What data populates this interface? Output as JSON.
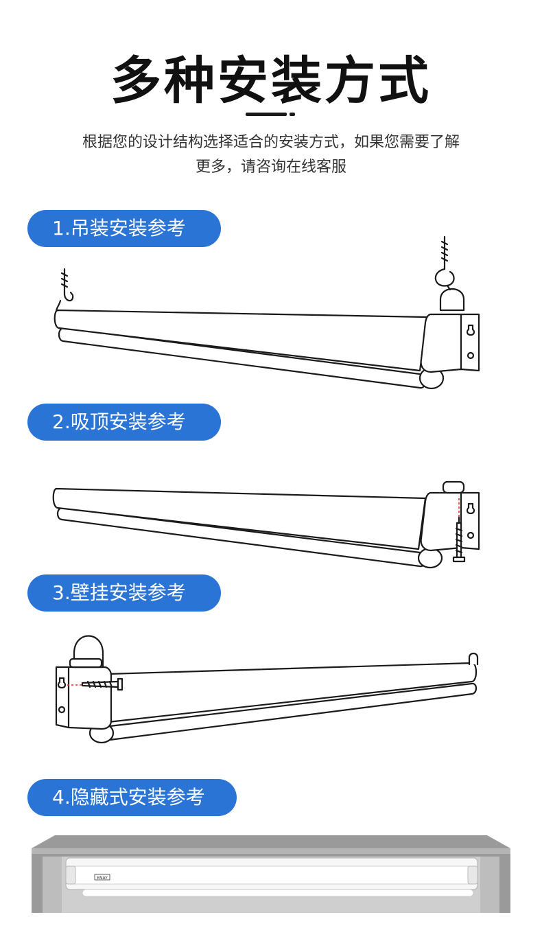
{
  "title": "多种安装方式",
  "description": {
    "line1": "根据您的设计结构选择适合的安装方式，如果您需要了解",
    "line2": "更多，请咨询在线客服"
  },
  "sections": [
    {
      "label": "1.吊装安装参考"
    },
    {
      "label": "2.吸顶安装参考"
    },
    {
      "label": "3.壁挂安装参考"
    },
    {
      "label": "4.隐藏式安装参考"
    }
  ],
  "product": {
    "brand_label": "ENAY"
  },
  "colors": {
    "accent_blue": "#2a74d6",
    "line_art": "#1a1a1a",
    "ceiling_gray": "#9a9a9a",
    "screw_guide_red": "#e03030"
  }
}
